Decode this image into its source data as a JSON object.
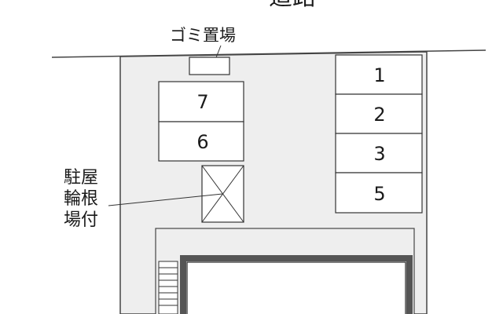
{
  "road_label": "道路",
  "garbage_label": "ゴミ置場",
  "bike_shelter_label_lines": [
    "駐屋",
    "輪根",
    "場付"
  ],
  "parking_spaces": [
    "1",
    "2",
    "3",
    "5",
    "7",
    "6"
  ],
  "colors": {
    "lot_fill": "#eeeeee",
    "line": "#333333",
    "white": "#ffffff",
    "building_wall": "#555555"
  }
}
